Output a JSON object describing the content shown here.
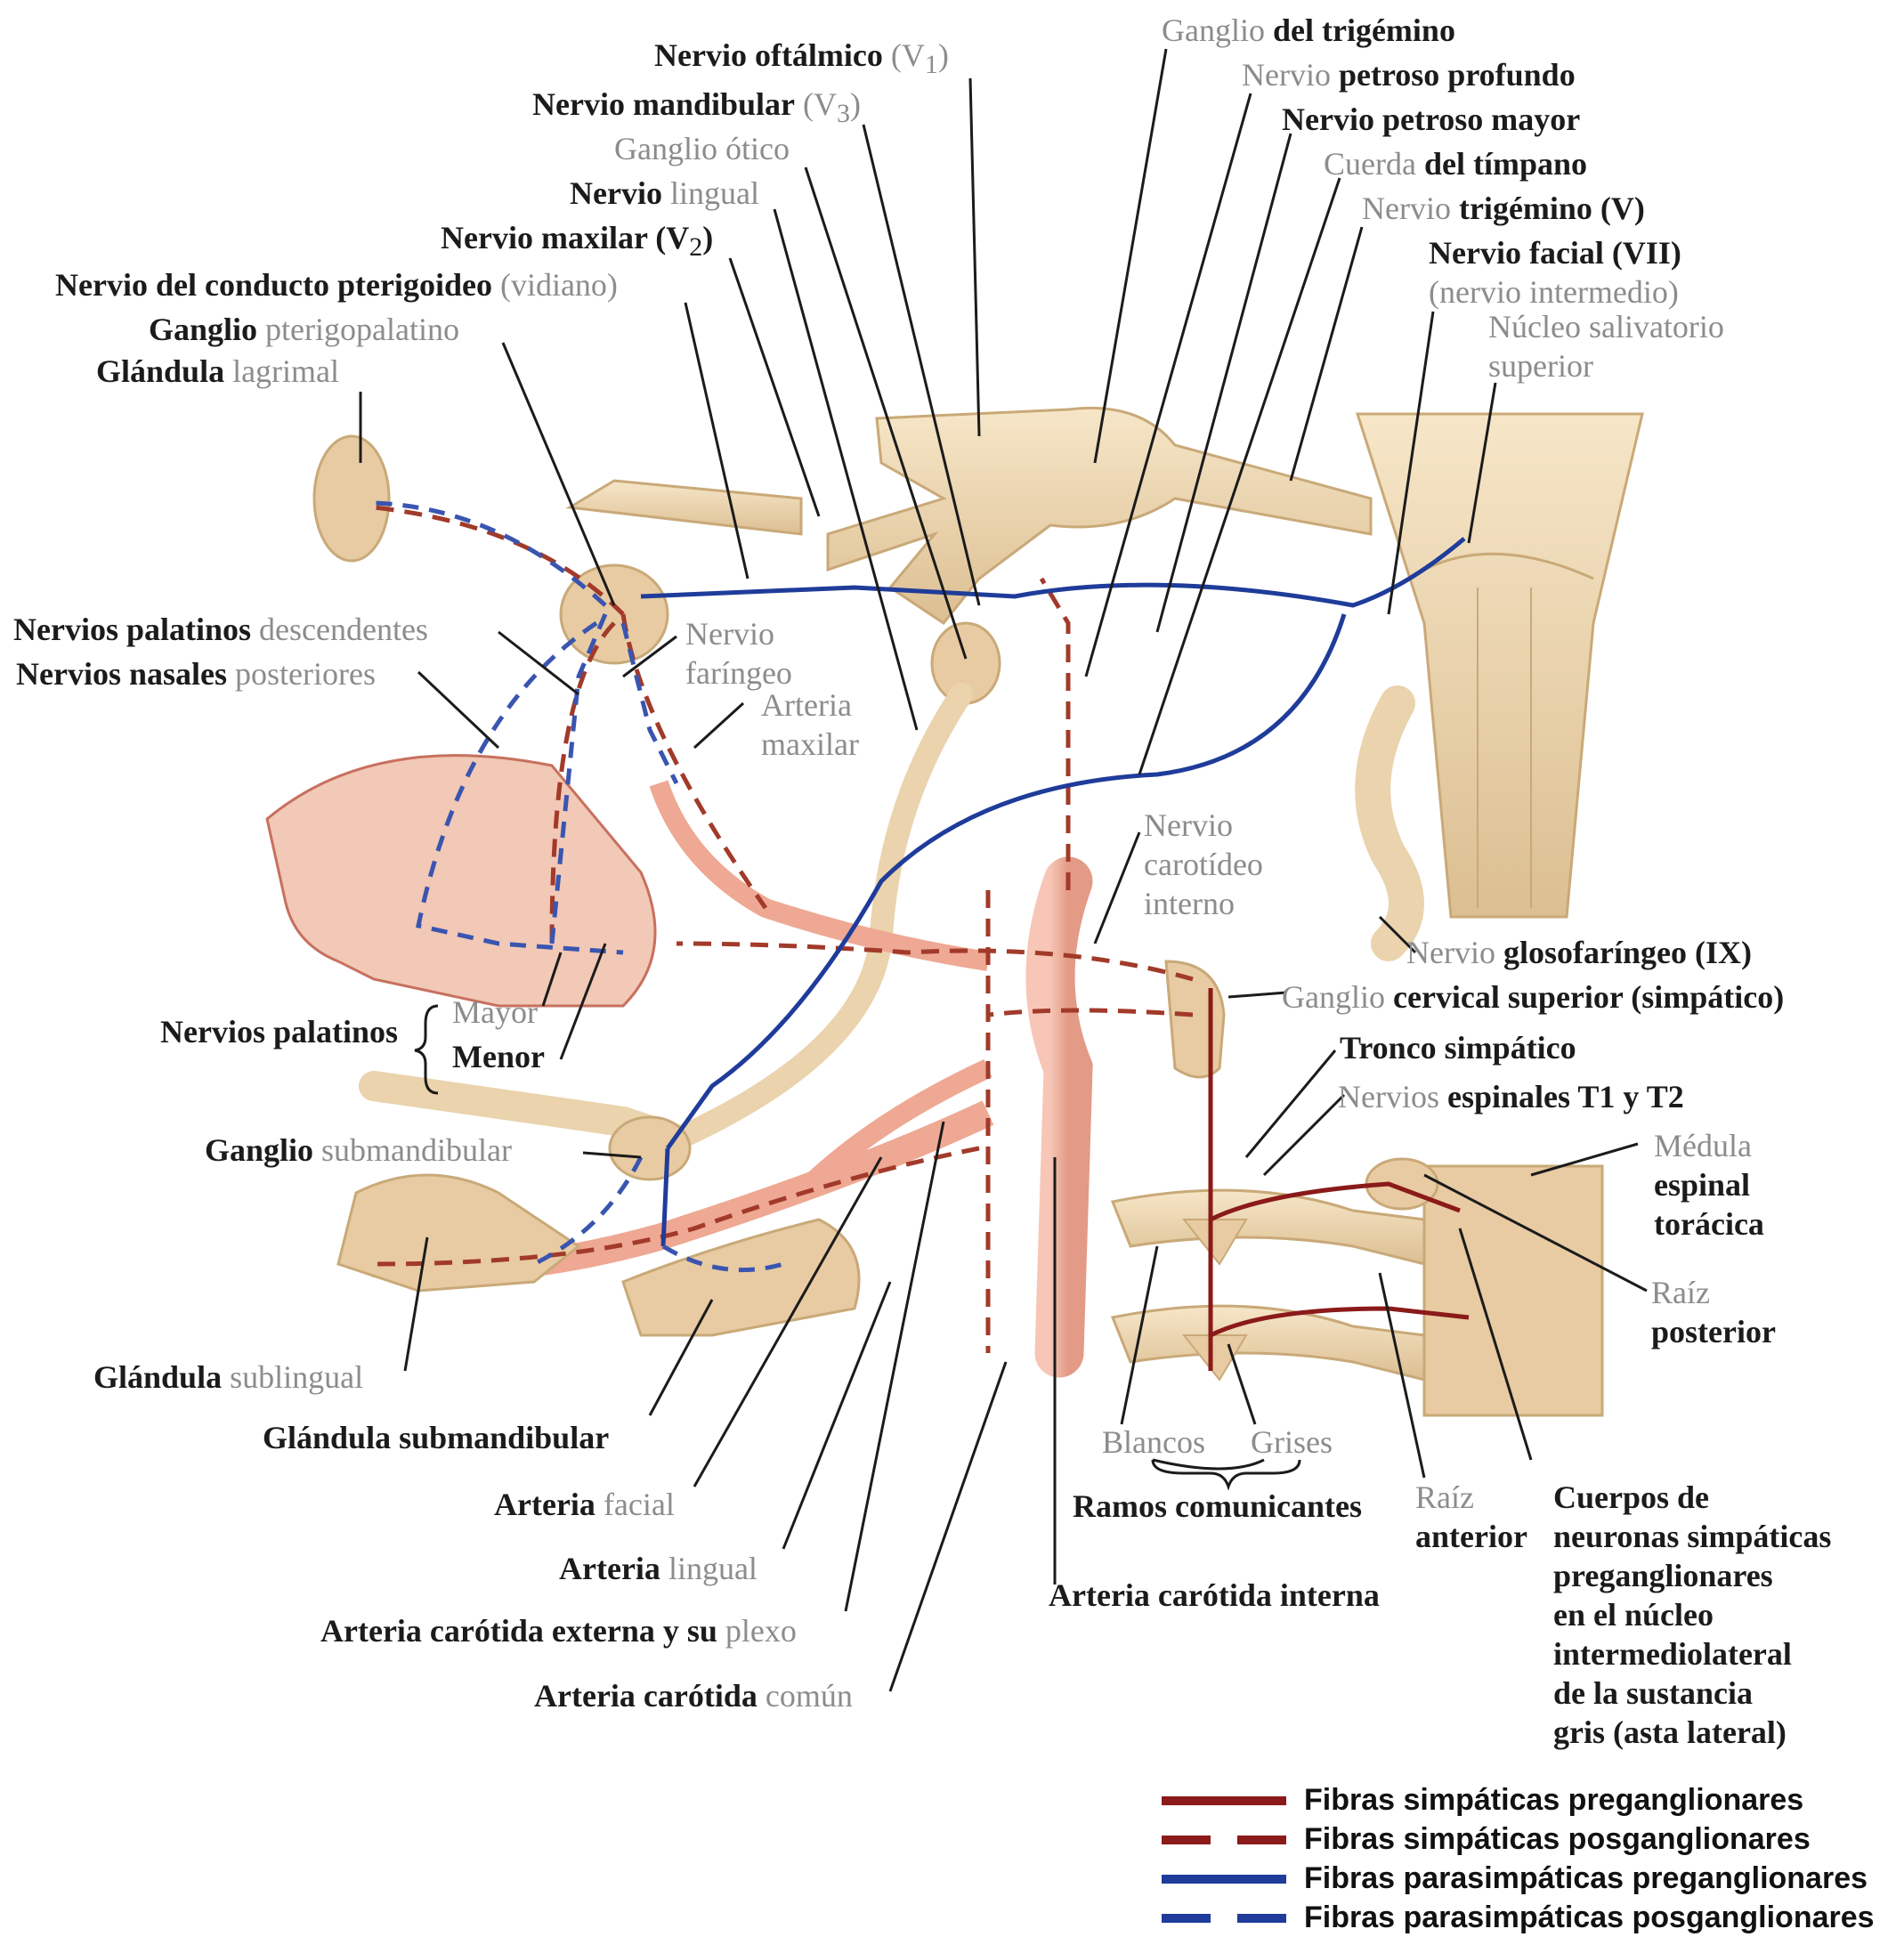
{
  "labels": {
    "nervio_oftalmico": {
      "a": "Nervio oftálmico",
      "b": "(V",
      "sub": "1",
      "c": ")"
    },
    "nervio_mandibular": {
      "a": "Nervio mandibular",
      "b": "(V",
      "sub": "3",
      "c": ")"
    },
    "ganglio_otico": {
      "a": "Ganglio ótico"
    },
    "nervio_lingual": {
      "a": "Nervio",
      "b": "lingual"
    },
    "nervio_maxilar": {
      "a": "Nervio maxilar (V",
      "sub": "2",
      "c": ")"
    },
    "nervio_pterigoideo": {
      "a": "Nervio del conducto pterigoideo",
      "b": "(vidiano)"
    },
    "ganglio_pterigopalatino": {
      "a": "Ganglio",
      "b": "pterigopalatino"
    },
    "glandula_lagrimal": {
      "a": "Glándula",
      "b": "lagrimal"
    },
    "ganglio_trigemino": {
      "a": "Ganglio",
      "b": "del trigémino"
    },
    "nervio_petroso_profundo": {
      "a": "Nervio",
      "b": "petroso profundo"
    },
    "nervio_petroso_mayor": {
      "a": "Nervio petroso mayor"
    },
    "cuerda_timpano": {
      "a": "Cuerda",
      "b": "del tímpano"
    },
    "nervio_trigemino": {
      "a": "Nervio",
      "b": "trigémino (V)"
    },
    "nervio_facial": {
      "a": "Nervio facial (VII)",
      "b": "(nervio intermedio)"
    },
    "nucleo_salivatorio": {
      "a": "Núcleo salivatorio",
      "b": "superior"
    },
    "nervios_palatinos_desc": {
      "a": "Nervios palatinos",
      "b": "descendentes"
    },
    "nervios_nasales": {
      "a": "Nervios nasales",
      "b": "posteriores"
    },
    "nervio_faringeo": {
      "a": "Nervio",
      "b": "faríngeo"
    },
    "arteria_maxilar": {
      "a": "Arteria",
      "b": "maxilar"
    },
    "nervio_carotideo": {
      "a": "Nervio",
      "b": "carotídeo",
      "c": "interno"
    },
    "nervio_glosofaringeo": {
      "a": "Nervio",
      "b": "glosofaríngeo (IX)"
    },
    "ganglio_cervical": {
      "a": "Ganglio",
      "b": "cervical superior (simpático)"
    },
    "tronco_simpatico": {
      "a": "Tronco simpático"
    },
    "nervios_espinales": {
      "a": "Nervios",
      "b": "espinales T1 y T2"
    },
    "medula_espinal": {
      "a": "Médula",
      "b": "espinal",
      "c": "torácica"
    },
    "raiz_posterior": {
      "a": "Raíz",
      "b": "posterior"
    },
    "nervios_palatinos": {
      "a": "Nervios palatinos",
      "b": "Mayor",
      "c": "Menor"
    },
    "ganglio_submandibular": {
      "a": "Ganglio",
      "b": "submandibular"
    },
    "glandula_sublingual": {
      "a": "Glándula",
      "b": "sublingual"
    },
    "glandula_submandibular": {
      "a": "Glándula submandibular"
    },
    "arteria_facial": {
      "a": "Arteria",
      "b": "facial"
    },
    "arteria_lingual": {
      "a": "Arteria",
      "b": "lingual"
    },
    "arteria_carotida_externa": {
      "a": "Arteria carótida externa y su",
      "b": "plexo"
    },
    "arteria_carotida_comun": {
      "a": "Arteria carótida",
      "b": "común"
    },
    "blancos": {
      "a": "Blancos"
    },
    "grises": {
      "a": "Grises"
    },
    "ramos_comunicantes": {
      "a": "Ramos comunicantes"
    },
    "raiz_anterior": {
      "a": "Raíz",
      "b": "anterior"
    },
    "arteria_carotida_interna": {
      "a": "Arteria carótida interna"
    },
    "cuerpos_neuronas": {
      "l1": "Cuerpos de",
      "l2": "neuronas simpáticas",
      "l3": "preganglionares",
      "l4": "en el núcleo",
      "l5": "intermediolateral",
      "l6": "de la sustancia",
      "l7": "gris (asta lateral)"
    }
  },
  "legend": [
    {
      "label": "Fibras simpáticas preganglionares",
      "color": "#8b1a1a",
      "style": "solid"
    },
    {
      "label": "Fibras simpáticas posganglionares",
      "color": "#8b1a1a",
      "style": "dashed"
    },
    {
      "label": "Fibras parasimpáticas preganglionares",
      "color": "#1f3c9a",
      "style": "solid"
    },
    {
      "label": "Fibras parasimpáticas posganglionares",
      "color": "#1f3c9a",
      "style": "dashed"
    }
  ],
  "colors": {
    "nerve": "#ead3ad",
    "nerve_edge": "#c9a978",
    "artery": "#f2b3a2",
    "artery_edge": "#c7705e",
    "sympathetic": "#8b1a1a",
    "parasympathetic": "#1f3c9a"
  }
}
